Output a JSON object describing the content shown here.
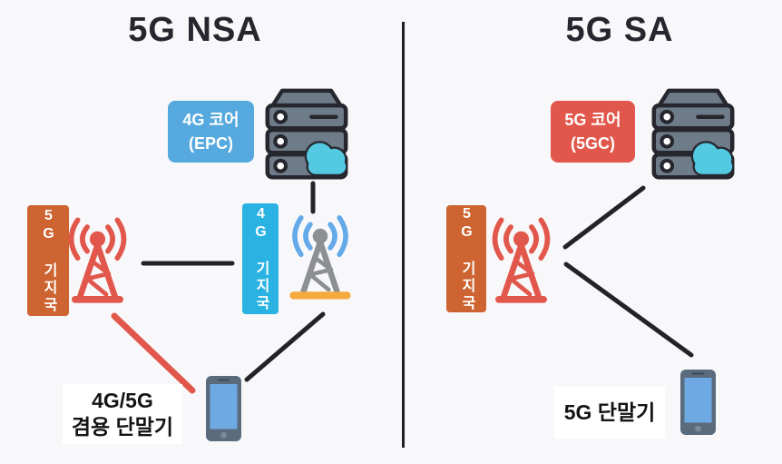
{
  "nsa": {
    "title": "5G NSA",
    "core_label_line1": "4G 코어",
    "core_label_line2": "(EPC)",
    "tower_5g_label": "5G 기지국",
    "tower_4g_label": "4G 기지국",
    "device_label_line1": "4G/5G",
    "device_label_line2": "겸용 단말기"
  },
  "sa": {
    "title": "5G SA",
    "core_label_line1": "5G 코어",
    "core_label_line2": "(5GC)",
    "tower_5g_label": "5G 기지국",
    "device_label": "5G 단말기"
  },
  "colors": {
    "background": "#f8f8fa",
    "ink": "#222228",
    "red": "#e2574b",
    "core_blue": "#55a9de",
    "bts_cyan": "#29b2e2",
    "bts_orange": "#cd6431",
    "server_body": "#6e7b88",
    "cloud_cyan": "#53c9e2",
    "gray_tower": "#8d9093",
    "gray_tower_waves": "#64a9e8",
    "tower_base_orange": "#f5a93e",
    "phone_body": "#5a6b7e",
    "phone_screen": "#6fa9e3"
  },
  "icons": {
    "server": "server-stack-with-cloud-icon",
    "tower": "radio-tower-icon",
    "phone": "smartphone-icon"
  }
}
